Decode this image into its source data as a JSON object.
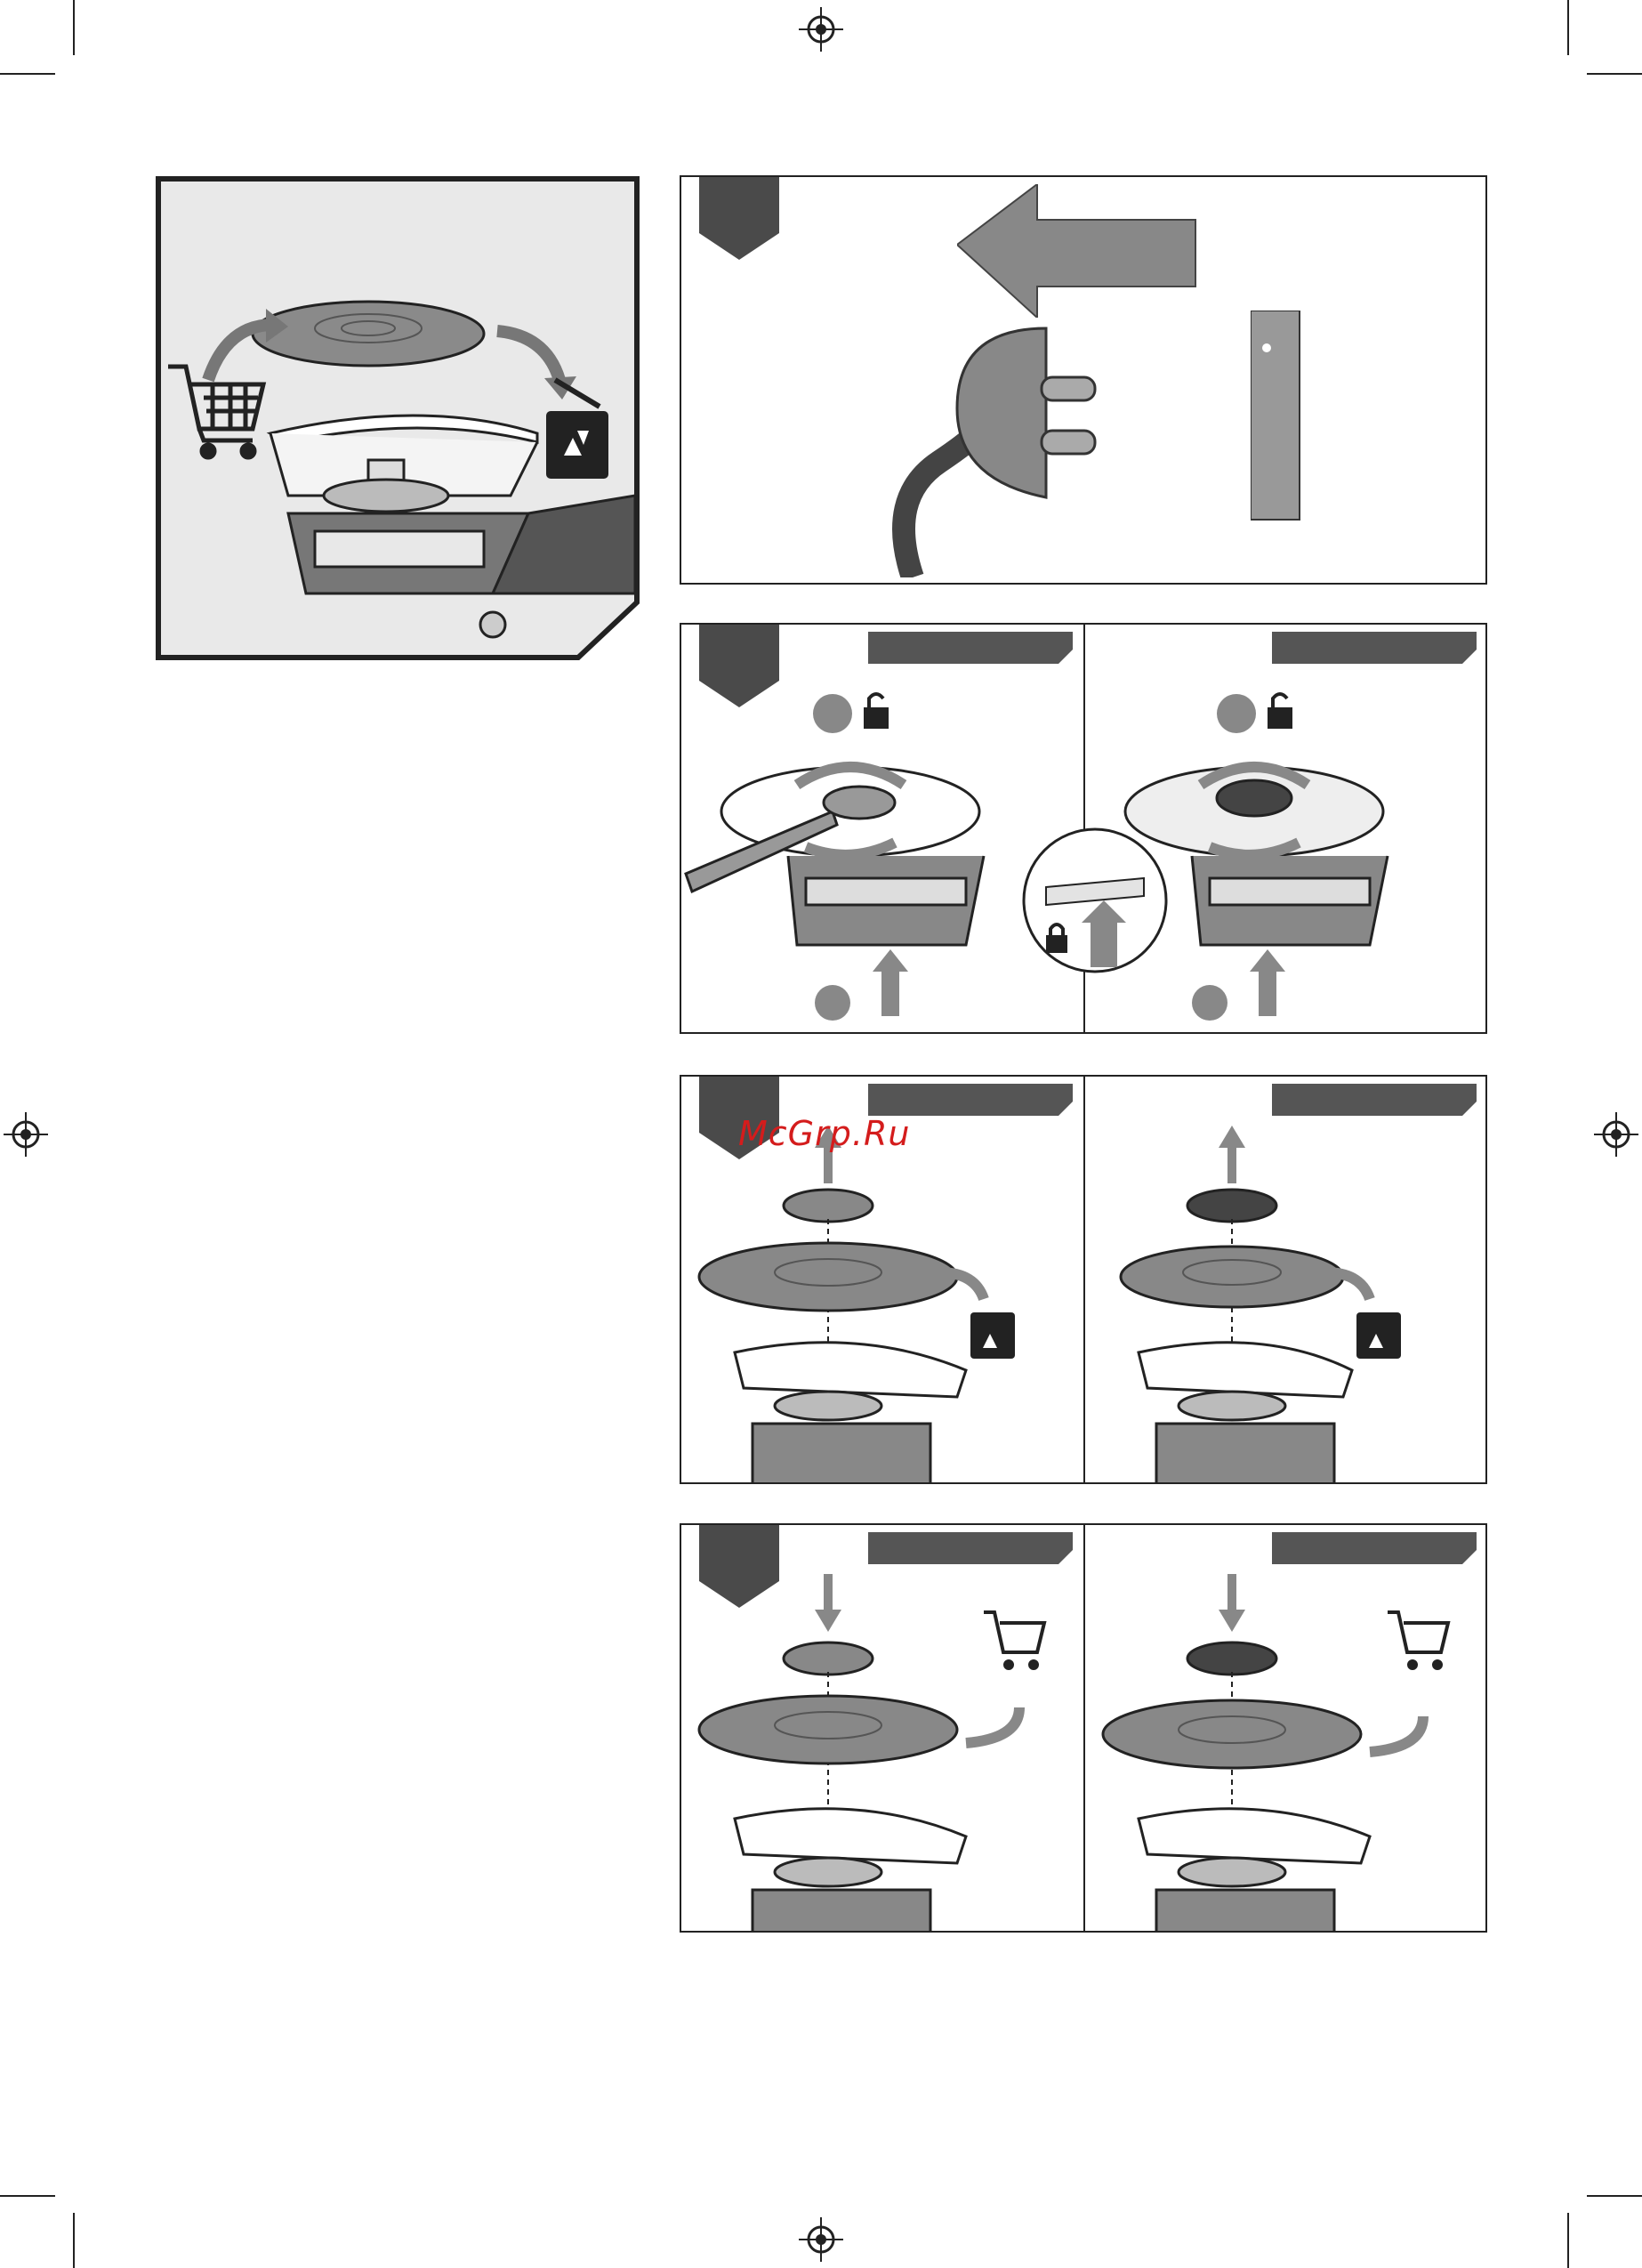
{
  "watermark": {
    "text": "McGrp.Ru"
  },
  "colors": {
    "ink": "#222222",
    "tab": "#4a4a4a",
    "bar": "#555555",
    "disc": "#8a8a8a",
    "watermark": "#d41c1c"
  },
  "intro_figure": {
    "icons": [
      "shopping-cart-icon",
      "recycle-bin-icon",
      "grinding-disc",
      "angle-grinder"
    ]
  },
  "steps": [
    {
      "id": "unplug",
      "icons": [
        "arrow-left-icon",
        "plug-icon",
        "socket-icon"
      ]
    },
    {
      "id": "unlock",
      "left_icons": [
        "wrench",
        "unlock-icon",
        "spindle-lock-button"
      ],
      "right_icons": [
        "quick-nut",
        "unlock-icon",
        "spindle-lock-button"
      ],
      "inset_icons": [
        "lock-icon"
      ]
    },
    {
      "id": "remove-disc",
      "left_icons": [
        "flange-nut",
        "recycle-bin-icon"
      ],
      "right_icons": [
        "quick-nut",
        "recycle-bin-icon"
      ]
    },
    {
      "id": "fit-disc",
      "left_icons": [
        "flange-nut",
        "shopping-cart-icon"
      ],
      "right_icons": [
        "quick-nut",
        "shopping-cart-icon"
      ]
    }
  ]
}
